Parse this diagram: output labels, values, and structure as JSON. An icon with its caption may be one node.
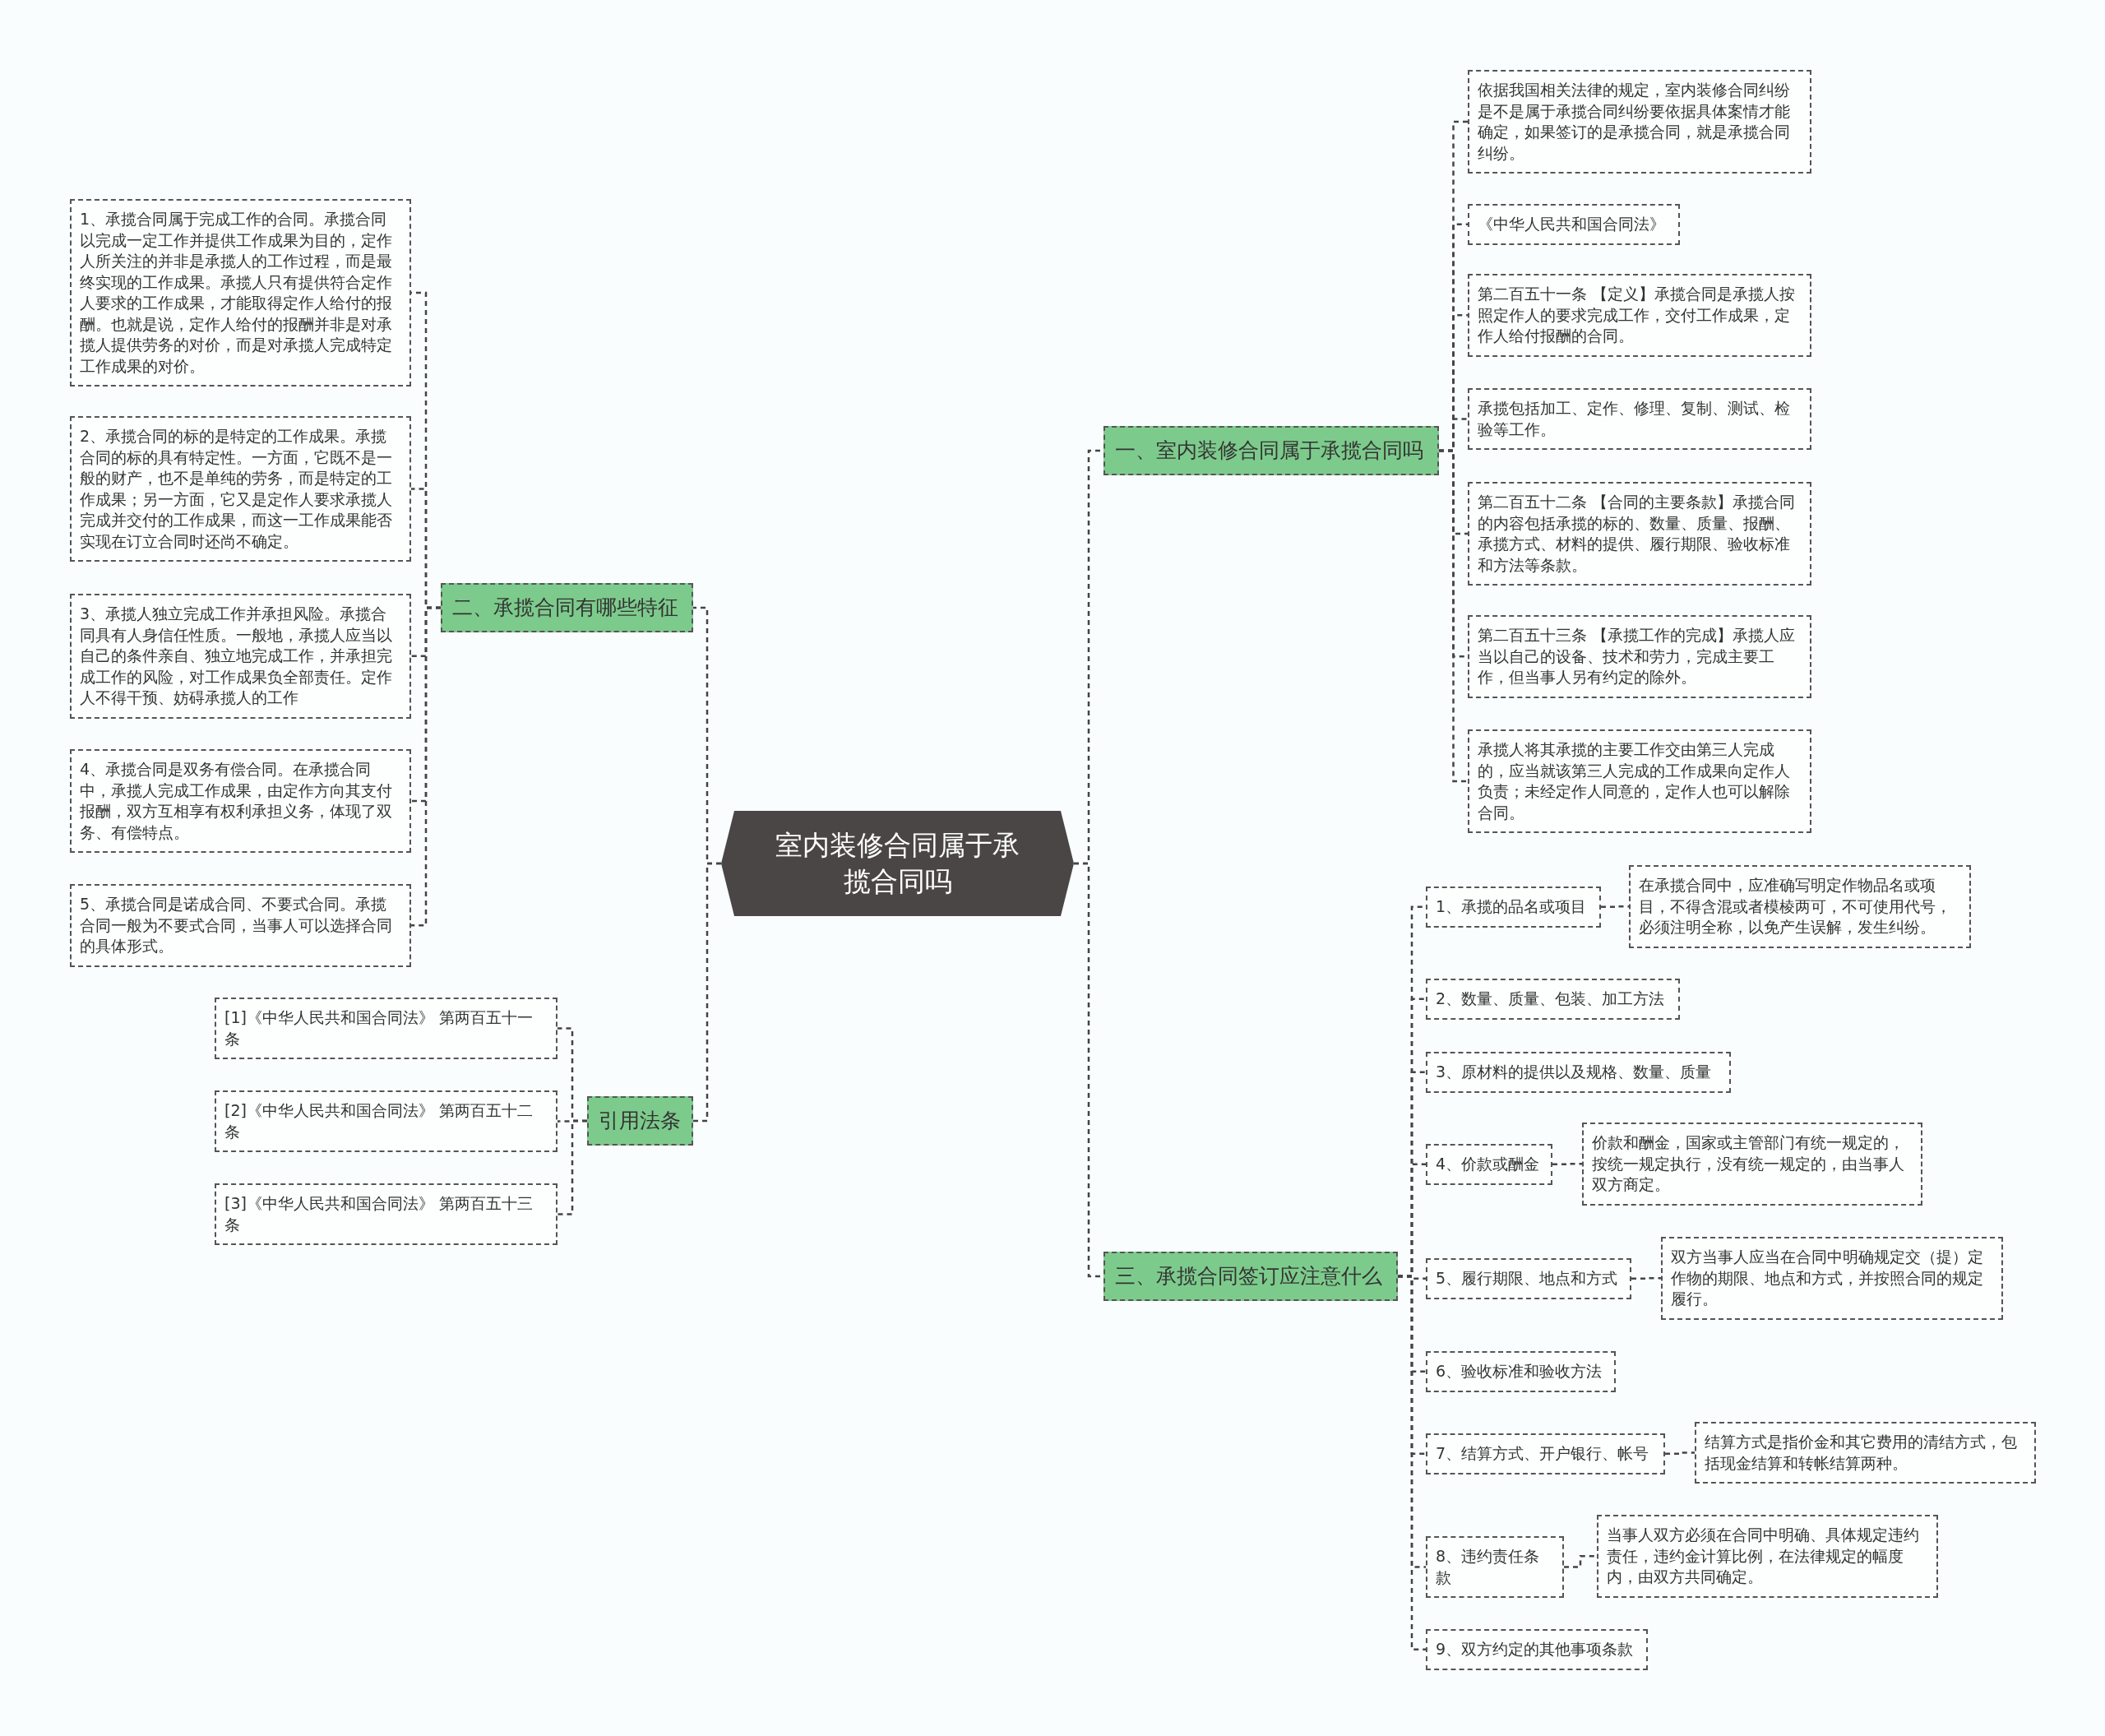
{
  "diagram": {
    "nodes": [
      {
        "text": [
          "室内装修合同属于承揽合同吗"
        ]
      },
      {
        "text": [
          "一、室内装修合同属于承揽合同吗"
        ]
      },
      {
        "text": [
          "依据我国相关法律的规定，室内装修合同纠纷是不是属于承揽合同纠纷要依据具体案情才能确定，如果签订的是承揽合同，就是承揽合同纠纷。"
        ]
      },
      {
        "text": [
          "《中华人民共和国合同法》"
        ]
      },
      {
        "text": [
          "第二百五十一条 【定义】承揽合同是承揽人按照定作人的要求完成工作，交付工作成果，定作人给付报酬的合同。"
        ]
      },
      {
        "text": [
          "承揽包括加工、定作、修理、复制、测试、检验等工作。"
        ]
      },
      {
        "text": [
          "第二百五十二条 【合同的主要条款】承揽合同的内容包括承揽的标的、数量、质量、报酬、承揽方式、材料的提供、履行期限、验收标准和方法等条款。"
        ]
      },
      {
        "text": [
          "第二百五十三条 【承揽工作的完成】承揽人应当以自己的设备、技术和劳力，完成主要工作，但当事人另有约定的除外。"
        ]
      },
      {
        "text": [
          "承揽人将其承揽的主要工作交由第三人完成的，应当就该第三人完成的工作成果向定作人负责；未经定作人同意的，定作人也可以解除合同。"
        ]
      },
      {
        "text": [
          "二、承揽合同有哪些特征"
        ]
      },
      {
        "text": [
          "1、承揽合同属于完成工作的合同。承揽合同以完成一定工作并提供工作成果为目的，定作人所关注的并非是承揽人的工作过程，而是最终实现的工作成果。承揽人只有提供符合定作人要求的工作成果，才能取得定作人给付的报酬。也就是说，定作人给付的报酬并非是对承揽人提供劳务的对价，而是对承揽人完成特定工作成果的对价。"
        ]
      },
      {
        "text": [
          "2、承揽合同的标的是特定的工作成果。承揽合同的标的具有特定性。一方面，它既不是一般的财产，也不是单纯的劳务，而是特定的工作成果；另一方面，它又是定作人要求承揽人完成并交付的工作成果，而这一工作成果能否实现在订立合同时还尚不确定。"
        ]
      },
      {
        "text": [
          "3、承揽人独立完成工作并承担风险。承揽合同具有人身信任性质。一般地，承揽人应当以自己的条件亲自、独立地完成工作，并承担完成工作的风险，对工作成果负全部责任。定作人不得干预、妨碍承揽人的工作"
        ]
      },
      {
        "text": [
          "4、承揽合同是双务有偿合同。在承揽合同中，承揽人完成工作成果，由定作方向其支付报酬，双方互相享有权利承担义务，体现了双务、有偿特点。"
        ]
      },
      {
        "text": [
          "5、承揽合同是诺成合同、不要式合同。承揽合同一般为不要式合同，当事人可以选择合同的具体形式。"
        ]
      },
      {
        "text": [
          "引用法条"
        ]
      },
      {
        "text": [
          "[1]《中华人民共和国合同法》 第两百五十一条"
        ]
      },
      {
        "text": [
          "[2]《中华人民共和国合同法》 第两百五十二条"
        ]
      },
      {
        "text": [
          "[3]《中华人民共和国合同法》 第两百五十三条"
        ]
      },
      {
        "text": [
          "三、承揽合同签订应注意什么"
        ]
      },
      {
        "text": [
          "1、承揽的品名或项目"
        ]
      },
      {
        "text": [
          "在承揽合同中，应准确写明定作物品名或项目，不得含混或者模棱两可，不可使用代号，必须注明全称，以免产生误解，发生纠纷。"
        ]
      },
      {
        "text": [
          "2、数量、质量、包装、加工方法"
        ]
      },
      {
        "text": [
          "3、原材料的提供以及规格、数量、质量"
        ]
      },
      {
        "text": [
          "4、价款或酬金"
        ]
      },
      {
        "text": [
          "价款和酬金，国家或主管部门有统一规定的，按统一规定执行，没有统一规定的，由当事人双方商定。"
        ]
      },
      {
        "text": [
          "5、履行期限、地点和方式"
        ]
      },
      {
        "text": [
          "双方当事人应当在合同中明确规定交（提）定作物的期限、地点和方式，并按照合同的规定履行。"
        ]
      },
      {
        "text": [
          "6、验收标准和验收方法"
        ]
      },
      {
        "text": [
          "7、结算方式、开户银行、帐号"
        ]
      },
      {
        "text": [
          "结算方式是指价金和其它费用的清结方式，包括现金结算和转帐结算两种。"
        ]
      },
      {
        "text": [
          "8、违约责任条款"
        ]
      },
      {
        "text": [
          "当事人双方必须在合同中明确、具体规定违约责任，违约金计算比例，在法律规定的幅度内，由双方共同确定。"
        ]
      },
      {
        "text": [
          "9、双方约定的其他事项条款"
        ]
      }
    ],
    "edges": [
      {
        "from": 0,
        "to": 1,
        "arrow": "none"
      },
      {
        "from": 0,
        "to": 9,
        "arrow": "none"
      },
      {
        "from": 0,
        "to": 15,
        "arrow": "none"
      },
      {
        "from": 0,
        "to": 19,
        "arrow": "none"
      },
      {
        "from": 1,
        "to": 2,
        "arrow": "none"
      },
      {
        "from": 1,
        "to": 3,
        "arrow": "none"
      },
      {
        "from": 1,
        "to": 4,
        "arrow": "none"
      },
      {
        "from": 1,
        "to": 5,
        "arrow": "none"
      },
      {
        "from": 1,
        "to": 6,
        "arrow": "none"
      },
      {
        "from": 1,
        "to": 7,
        "arrow": "none"
      },
      {
        "from": 1,
        "to": 8,
        "arrow": "none"
      },
      {
        "from": 9,
        "to": 10,
        "arrow": "none"
      },
      {
        "from": 9,
        "to": 11,
        "arrow": "none"
      },
      {
        "from": 9,
        "to": 12,
        "arrow": "none"
      },
      {
        "from": 9,
        "to": 13,
        "arrow": "none"
      },
      {
        "from": 9,
        "to": 14,
        "arrow": "none"
      },
      {
        "from": 15,
        "to": 16,
        "arrow": "none"
      },
      {
        "from": 15,
        "to": 17,
        "arrow": "none"
      },
      {
        "from": 15,
        "to": 18,
        "arrow": "none"
      },
      {
        "from": 19,
        "to": 20,
        "arrow": "none"
      },
      {
        "from": 19,
        "to": 22,
        "arrow": "none"
      },
      {
        "from": 19,
        "to": 23,
        "arrow": "none"
      },
      {
        "from": 19,
        "to": 24,
        "arrow": "none"
      },
      {
        "from": 19,
        "to": 26,
        "arrow": "none"
      },
      {
        "from": 19,
        "to": 28,
        "arrow": "none"
      },
      {
        "from": 19,
        "to": 29,
        "arrow": "none"
      },
      {
        "from": 19,
        "to": 31,
        "arrow": "none"
      },
      {
        "from": 19,
        "to": 33,
        "arrow": "none"
      },
      {
        "from": 20,
        "to": 21,
        "arrow": "none"
      },
      {
        "from": 24,
        "to": 25,
        "arrow": "none"
      },
      {
        "from": 26,
        "to": 27,
        "arrow": "none"
      },
      {
        "from": 29,
        "to": 30,
        "arrow": "none"
      },
      {
        "from": 31,
        "to": 32,
        "arrow": "none"
      }
    ]
  }
}
